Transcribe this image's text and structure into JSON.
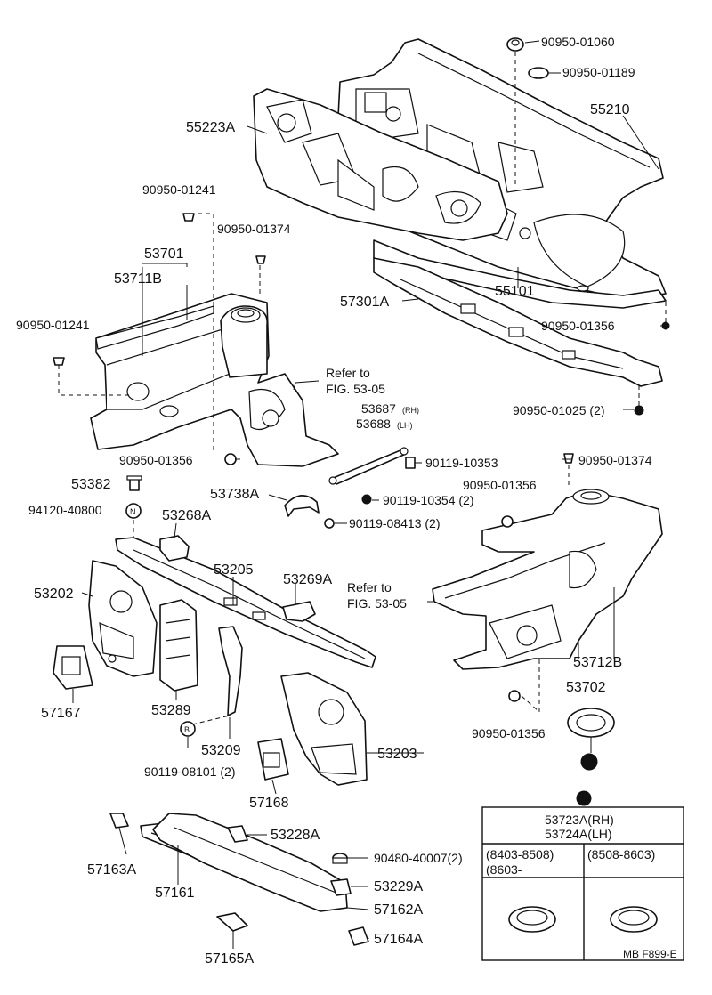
{
  "labels": {
    "p90950_01060": "90950-01060",
    "p90950_01189": "90950-01189",
    "p55210": "55210",
    "p55223A": "55223A",
    "p90950_01241_top": "90950-01241",
    "p90950_01374_a": "90950-01374",
    "p53701": "53701",
    "p53711B": "53711B",
    "p90950_01241_left": "90950-01241",
    "p57301A": "57301A",
    "p55101": "55101",
    "p90950_01356_r": "90950-01356",
    "refer1_a": "Refer to",
    "refer1_b": "FIG. 53-05",
    "p53687": "53687",
    "p53687_rh": "(RH)",
    "p53688": "53688",
    "p53688_lh": "(LH)",
    "p90950_01025": "90950-01025 (2)",
    "p90950_01356_l": "90950-01356",
    "p90119_10353": "90119-10353",
    "p90950_01374_b": "90950-01374",
    "p53382": "53382",
    "p53738A": "53738A",
    "p90119_10354": "90119-10354 (2)",
    "p90950_01356_m": "90950-01356",
    "p94120_40800": "94120-40800",
    "p53268A": "53268A",
    "p90119_08413": "90119-08413 (2)",
    "p53205": "53205",
    "p53202": "53202",
    "p53269A": "53269A",
    "refer2_a": "Refer to",
    "refer2_b": "FIG. 53-05",
    "p53712B": "53712B",
    "p53702": "53702",
    "p57167": "57167",
    "p53289": "53289",
    "p90950_01356_b": "90950-01356",
    "p53209": "53209",
    "p53203": "53203",
    "p90119_08101": "90119-08101 (2)",
    "p57168": "57168",
    "p53228A": "53228A",
    "p90480_40007": "90480-40007(2)",
    "p57163A": "57163A",
    "p57161": "57161",
    "p53229A": "53229A",
    "p57162A": "57162A",
    "p57164A": "57164A",
    "p57165A": "57165A",
    "ref_code": "MB F899-E",
    "marker_N": "N",
    "marker_B": "B"
  },
  "table": {
    "title_rh": "53723A(RH)",
    "title_lh": "53724A(LH)",
    "col1": "(8403-8508)",
    "col1_b": "(8603-",
    "col2": "(8508-8603)"
  }
}
